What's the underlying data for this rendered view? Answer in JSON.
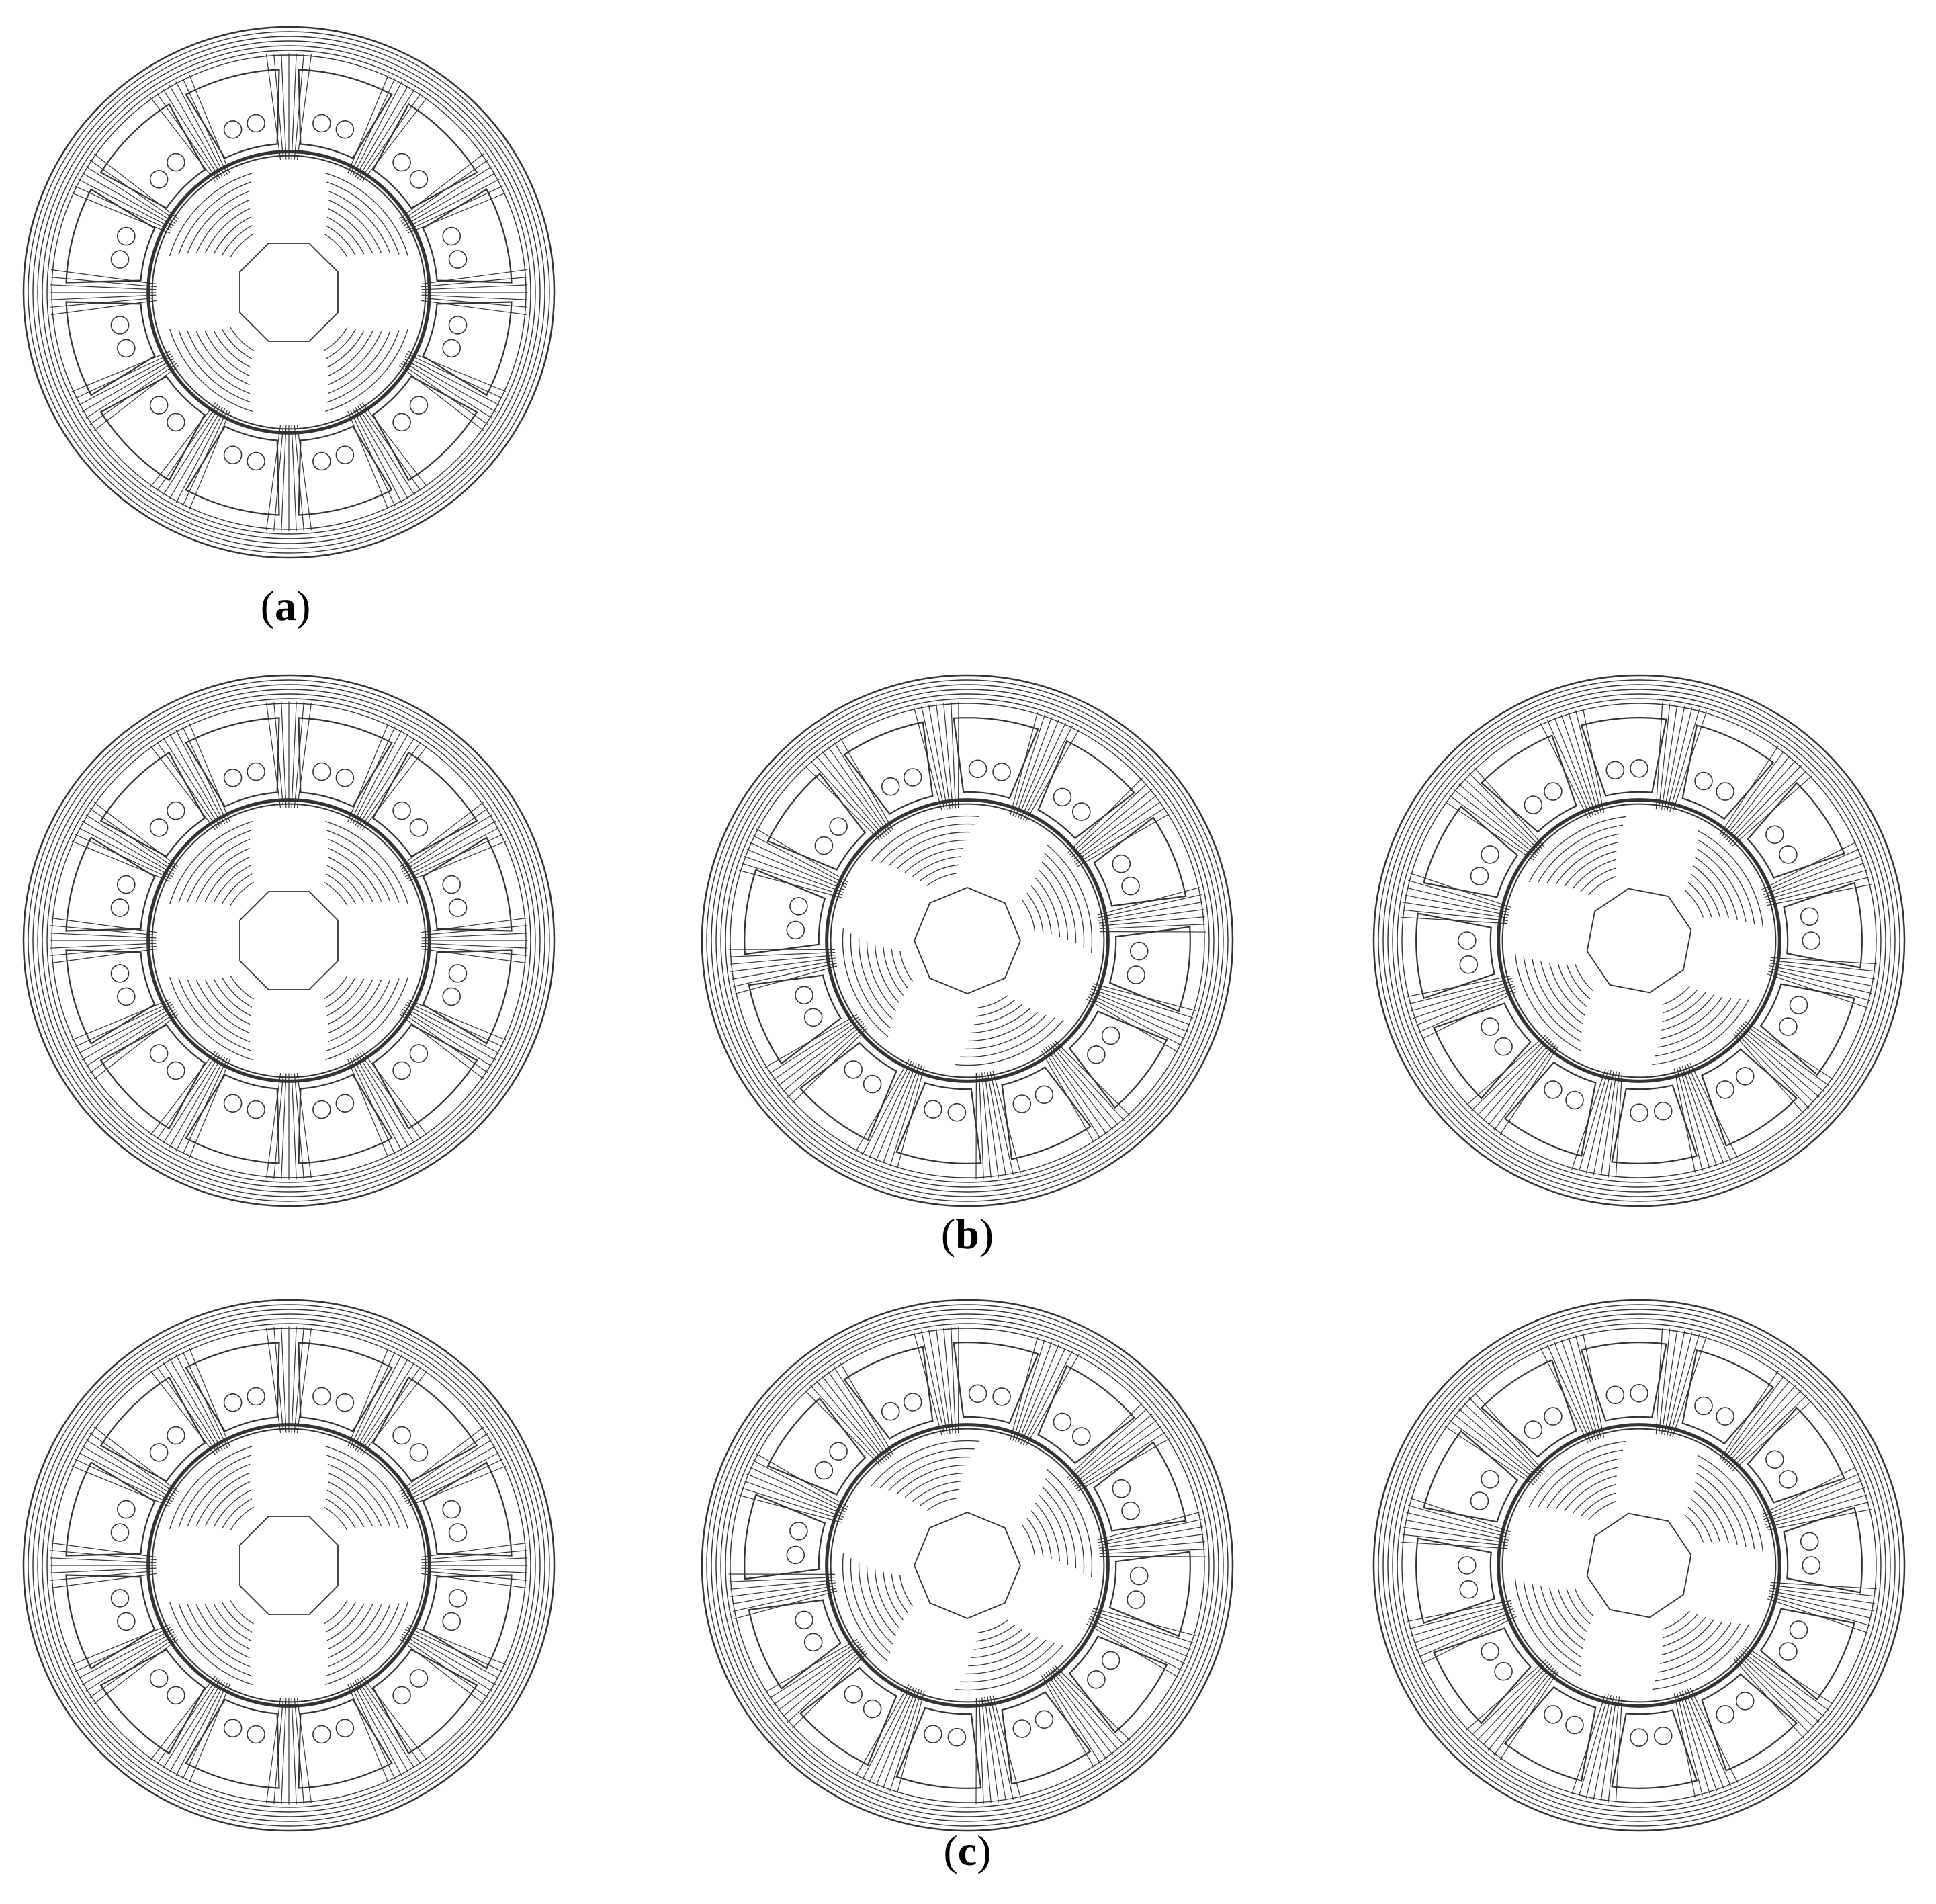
{
  "figure": {
    "panels": [
      {
        "id": "a",
        "label": "a",
        "motors": [
          {
            "phase": 0,
            "wide": false
          }
        ]
      },
      {
        "id": "b",
        "label": "b",
        "motors": [
          {
            "phase": 0,
            "wide": false
          },
          {
            "phase": 22.5,
            "wide": true
          },
          {
            "phase": 11,
            "wide": true
          }
        ]
      },
      {
        "id": "c",
        "label": "c",
        "motors": [
          {
            "phase": 0,
            "wide": false
          },
          {
            "phase": 22.5,
            "wide": true
          },
          {
            "phase": 11,
            "wide": true
          }
        ]
      }
    ],
    "colors": {
      "line": "#333333",
      "background": "#ffffff"
    }
  }
}
